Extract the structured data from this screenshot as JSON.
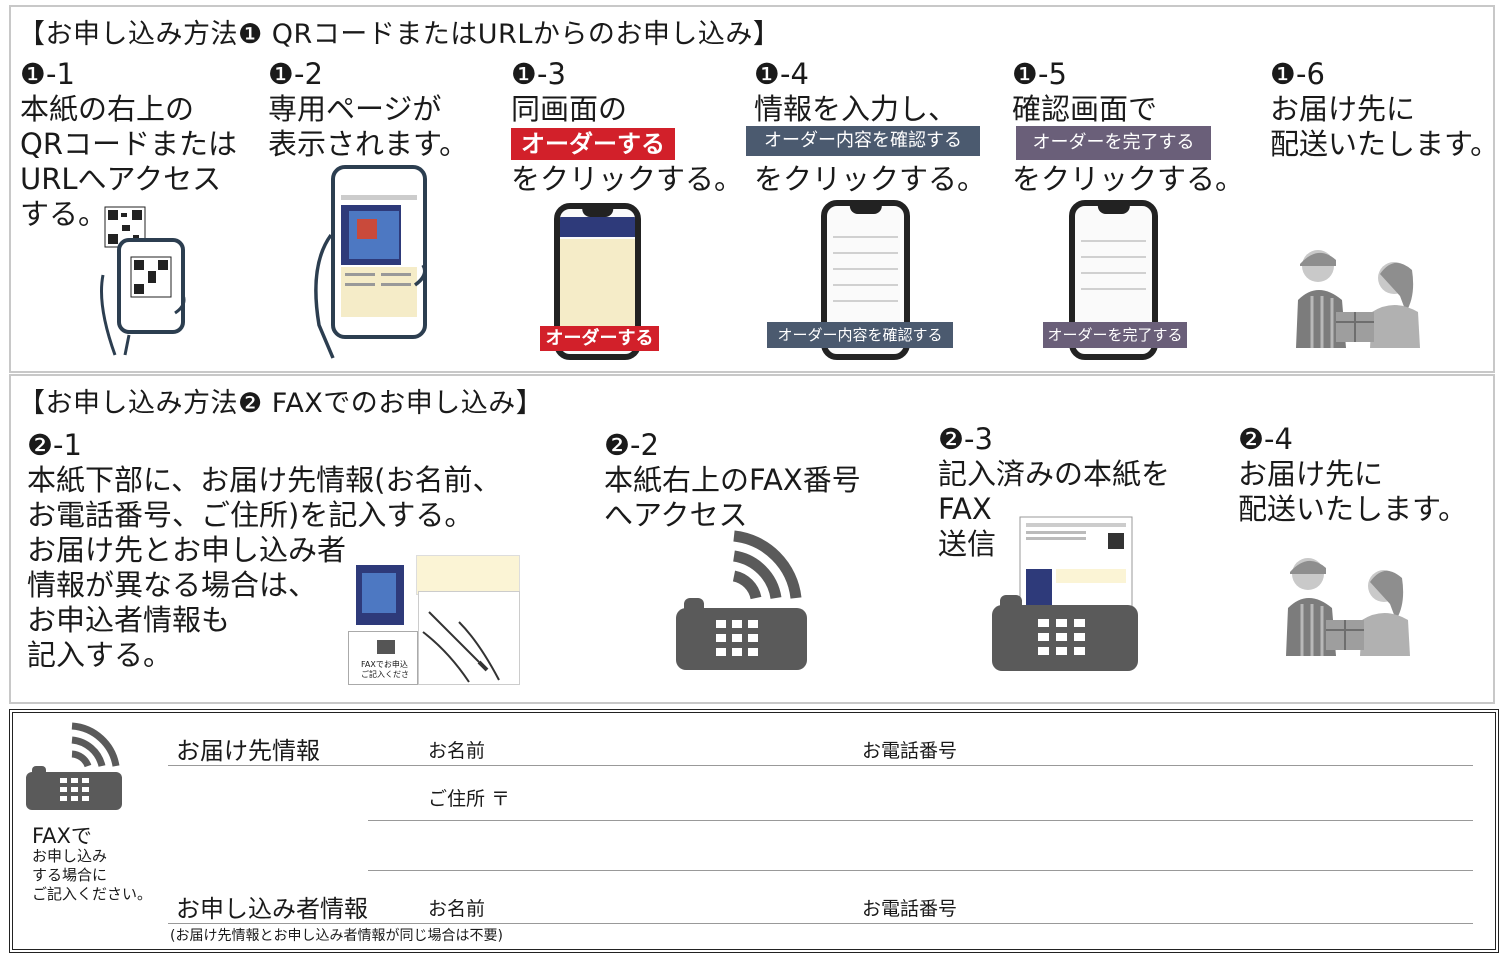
{
  "section1": {
    "title": "【お申し込み方法❶ QRコードまたはURLからのお申し込み】",
    "steps": [
      {
        "num": "❶-1",
        "lines": [
          "本紙の右上の",
          "QRコードまたは",
          "URLへアクセス",
          "する。"
        ]
      },
      {
        "num": "❶-2",
        "lines": [
          "専用ページが",
          "表示されます。"
        ]
      },
      {
        "num": "❶-3",
        "lines": [
          "同画面の",
          "をクリックする。"
        ],
        "button": "オーダーする",
        "phone_button": "オーダーする"
      },
      {
        "num": "❶-4",
        "lines": [
          "情報を入力し、",
          "をクリックする。"
        ],
        "button": "オーダー内容を確認する",
        "phone_button": "オーダー内容を確認する"
      },
      {
        "num": "❶-5",
        "lines": [
          "確認画面で",
          "をクリックする。"
        ],
        "button": "オーダーを完了する",
        "phone_button": "オーダーを完了する"
      },
      {
        "num": "❶-6",
        "lines": [
          "お届け先に",
          "配送いたします。"
        ]
      }
    ]
  },
  "section2": {
    "title": "【お申し込み方法❷ FAXでのお申し込み】",
    "steps": [
      {
        "num": "❷-1",
        "lines": [
          "本紙下部に、お届け先情報(お名前、",
          "お電話番号、ご住所)を記入する。",
          "お届け先とお申し込み者",
          "情報が異なる場合は、",
          "お申込者情報も",
          "記入する。"
        ],
        "thumb_lines": [
          "FAXでお申込",
          "ご記入くださ"
        ]
      },
      {
        "num": "❷-2",
        "lines": [
          "本紙右上のFAX番号",
          "へアクセス"
        ]
      },
      {
        "num": "❷-3",
        "lines": [
          "記入済みの本紙を",
          "FAX",
          "送信"
        ]
      },
      {
        "num": "❷-4",
        "lines": [
          "お届け先に",
          "配送いたします。"
        ]
      }
    ]
  },
  "form": {
    "side_title": "FAXで",
    "side_lines": [
      "お申し込み",
      "する場合に",
      "ご記入ください。"
    ],
    "delivery_label": "お届け先情報",
    "name_label": "お名前",
    "phone_label": "お電話番号",
    "address_label": "ご住所 〒",
    "applicant_label": "お申し込み者情報",
    "applicant_name_label": "お名前",
    "applicant_phone_label": "お電話番号",
    "applicant_note": "(お届け先情報とお申し込み者情報が同じ場合は不要)"
  },
  "colors": {
    "red_button": "#d2202a",
    "navy_button": "#4b5a6f",
    "purple_button": "#6a5f79",
    "icon_gray": "#5a5a5a"
  },
  "icons": [
    "hand-phone-icon",
    "qr-code-icon",
    "delivery-people-icon",
    "fax-icon"
  ]
}
